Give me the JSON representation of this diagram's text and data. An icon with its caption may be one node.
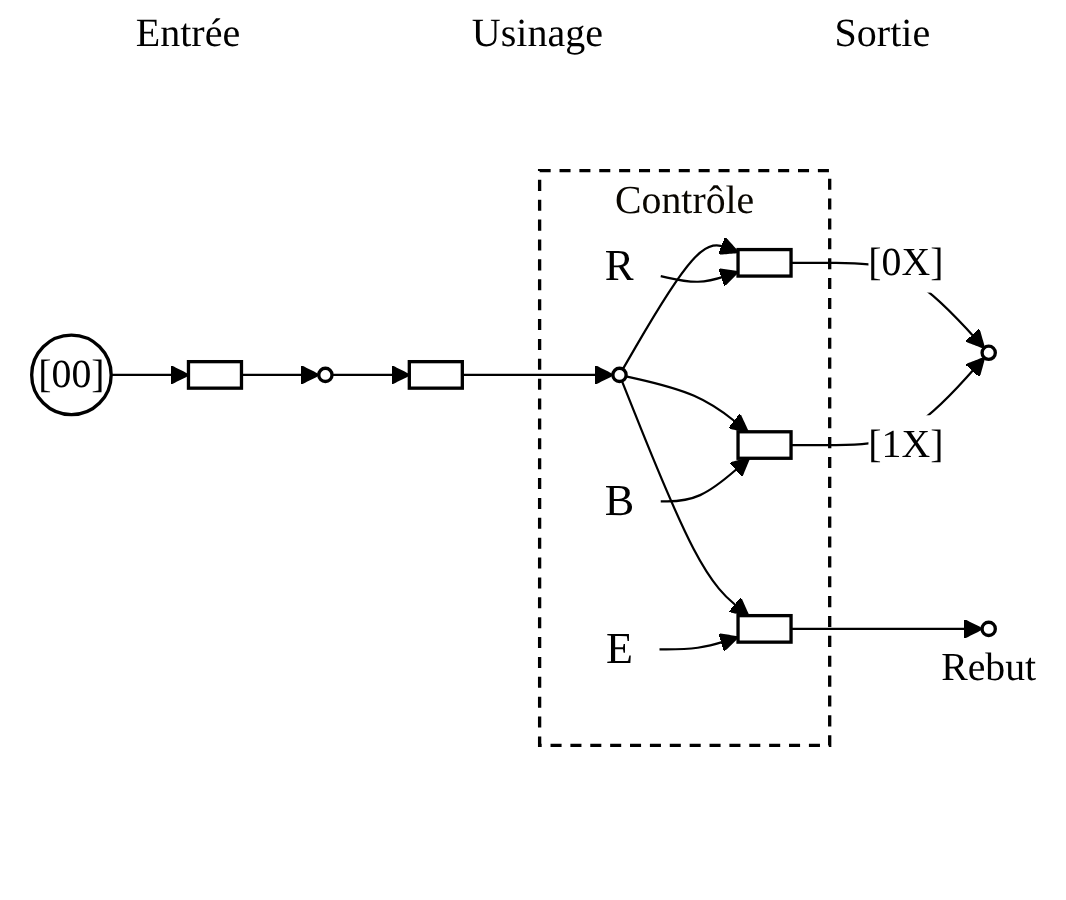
{
  "diagram": {
    "nodes": [
      {
        "text": [
          "Contrôle"
        ]
      },
      {
        "text": [
          "[00]"
        ]
      },
      {
        "text": [],
        "shape": "bar"
      },
      {
        "text": [],
        "shape": "circle"
      },
      {
        "text": [],
        "shape": "bar"
      },
      {
        "text": [],
        "shape": "circle",
        "in": 0
      },
      {
        "text": [],
        "shape": "bar",
        "in": 0
      },
      {
        "text": [],
        "shape": "bar",
        "in": 0
      },
      {
        "text": [],
        "shape": "bar",
        "in": 0
      },
      {
        "text": [
          "R"
        ],
        "in": 0
      },
      {
        "text": [
          "B"
        ],
        "in": 0
      },
      {
        "text": [
          "E"
        ],
        "in": 0
      },
      {
        "text": [],
        "shape": "circle"
      },
      {
        "text": [],
        "shape": "circle",
        "beside": [
          "Rebut"
        ]
      }
    ],
    "edges": [
      {
        "from": 1,
        "to": 2,
        "arrow": "to"
      },
      {
        "from": 2,
        "to": 3,
        "arrow": "to"
      },
      {
        "from": 3,
        "to": 4,
        "arrow": "to"
      },
      {
        "from": 4,
        "to": 5,
        "arrow": "to"
      },
      {
        "from": 5,
        "to": 6,
        "arrow": "to"
      },
      {
        "from": 5,
        "to": 7,
        "arrow": "to"
      },
      {
        "from": 5,
        "to": 8,
        "arrow": "to"
      },
      {
        "from": 9,
        "to": 6,
        "arrow": "to"
      },
      {
        "from": 10,
        "to": 7,
        "arrow": "to"
      },
      {
        "from": 11,
        "to": 8,
        "arrow": "to"
      },
      {
        "from": 6,
        "to": 12,
        "arrow": "to",
        "label": "[0X]"
      },
      {
        "from": 7,
        "to": 12,
        "arrow": "to",
        "label": "[1X]"
      },
      {
        "from": 8,
        "to": 13,
        "arrow": "to"
      }
    ],
    "labels": [
      "Entrée",
      "Usinage",
      "Sortie"
    ]
  }
}
